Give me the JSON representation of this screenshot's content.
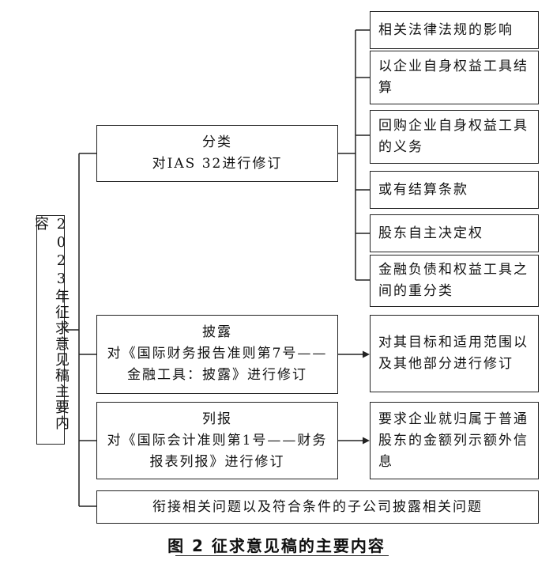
{
  "diagram": {
    "root": "2023年征求意见稿主要内容",
    "branches": [
      {
        "title": "分类",
        "subtitle": "对IAS 32进行修订",
        "children": [
          "相关法律法规的影响",
          "以企业自身权益工具结算",
          "回购企业自身权益工具的义务",
          "或有结算条款",
          "股东自主决定权",
          "金融负债和权益工具之间的重分类"
        ]
      },
      {
        "title": "披露",
        "subtitle": "对《国际财务报告准则第7号——金融工具：披露》进行修订",
        "children": [
          "对其目标和适用范围以及其他部分进行修订"
        ]
      },
      {
        "title": "列报",
        "subtitle": "对《国际会计准则第1号——财务报表列报》进行修订",
        "children": [
          "要求企业就归属于普通股东的金额列示额外信息"
        ]
      },
      {
        "title": "衔接相关问题以及符合条件的子公司披露相关问题",
        "subtitle": "",
        "children": []
      }
    ],
    "caption": "图 2  征求意见稿的主要内容"
  }
}
